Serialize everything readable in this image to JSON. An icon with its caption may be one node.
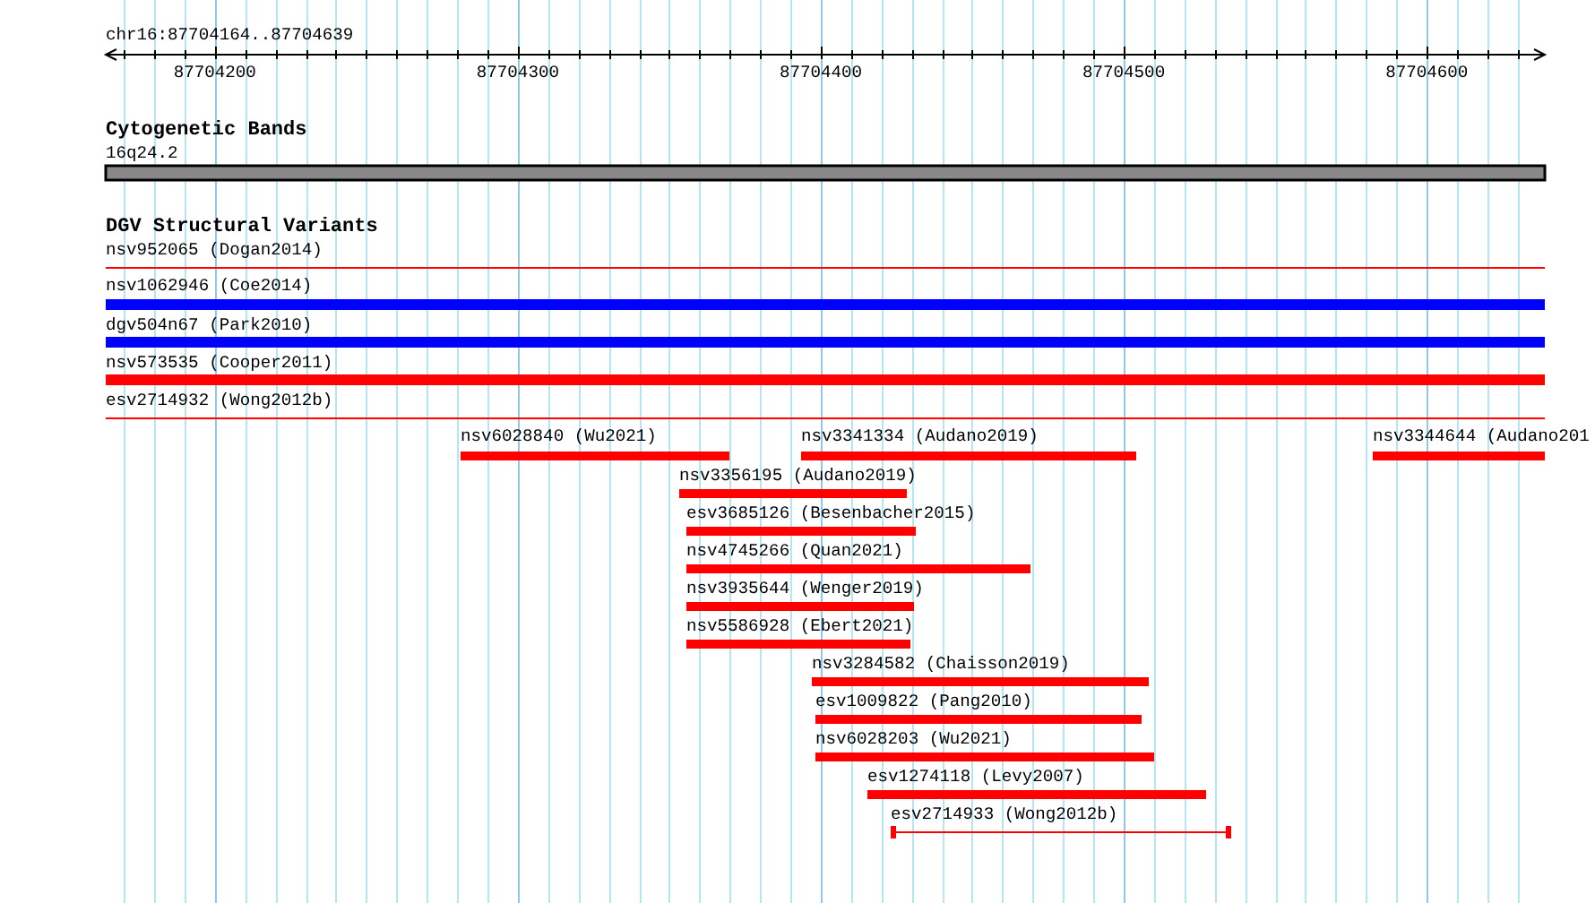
{
  "diagram": {
    "labels": [
      "chr16:87704164..87704639",
      "87704200",
      "87704300",
      "87704400",
      "87704500",
      "87704600",
      "Cytogenetic Bands",
      "16q24.2",
      "DGV Structural Variants",
      "nsv952065 (Dogan2014)",
      "nsv1062946 (Coe2014)",
      "dgv504n67 (Park2010)",
      "nsv573535 (Cooper2011)",
      "esv2714932 (Wong2012b)",
      "nsv6028840 (Wu2021)",
      "nsv3341334 (Audano2019)",
      "nsv3344644 (Audano201",
      "nsv3356195 (Audano2019)",
      "esv3685126 (Besenbacher2015)",
      "nsv4745266 (Quan2021)",
      "nsv3935644 (Wenger2019)",
      "nsv5586928 (Ebert2021)",
      "nsv3284582 (Chaisson2019)",
      "esv1009822 (Pang2010)",
      "nsv6028203 (Wu2021)",
      "esv1274118 (Levy2007)",
      "esv2714933 (Wong2012b)"
    ]
  }
}
